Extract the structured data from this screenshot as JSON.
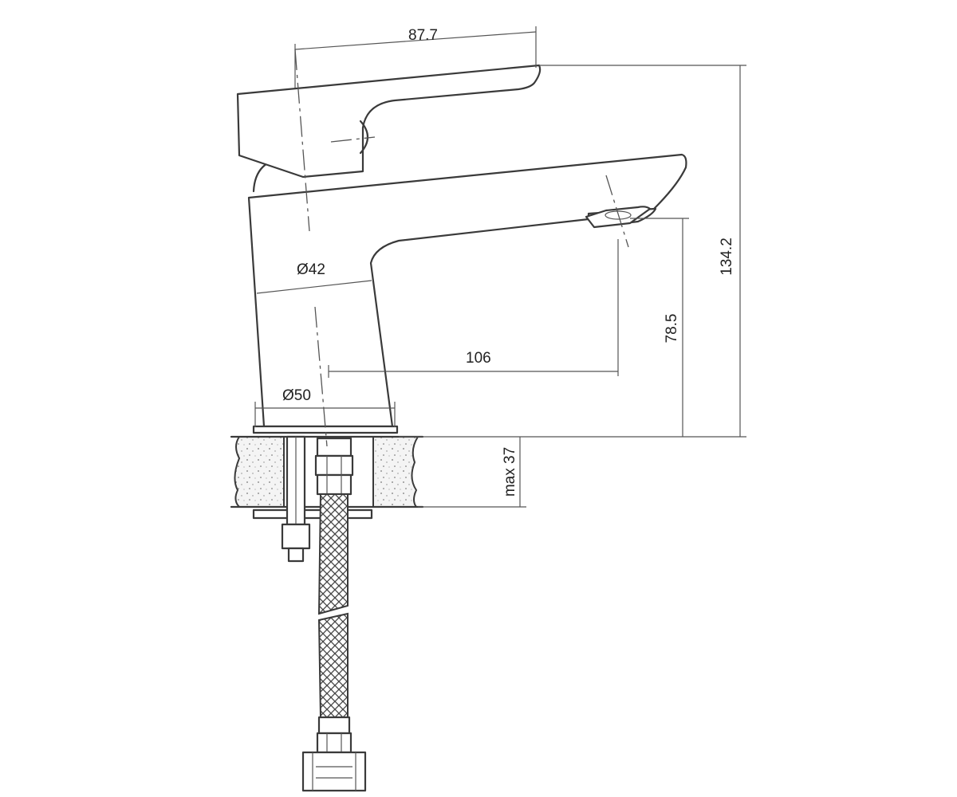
{
  "drawing": {
    "dimensions": {
      "handle_length": "87.7",
      "total_height": "134.2",
      "spout_height": "78.5",
      "spout_reach": "106",
      "body_diameter": "Ø42",
      "base_diameter": "Ø50",
      "max_countertop": "max 37"
    },
    "colors": {
      "line": "#3a3a3a",
      "background": "#ffffff"
    }
  }
}
